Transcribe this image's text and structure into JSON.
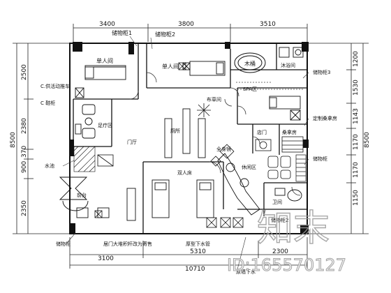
{
  "dimensions": {
    "top": [
      "3400",
      "3800",
      "3510"
    ],
    "bottom": [
      "3100",
      "5310",
      "2300"
    ],
    "bottom_total": "10710",
    "left_total": "8500",
    "left": [
      "2500",
      "2380",
      "370",
      "900",
      "2350"
    ],
    "right_total": "8500",
    "right": [
      "1200",
      "1530",
      "1143",
      "1170",
      "1170",
      "1150"
    ]
  },
  "labels": {
    "locker_1": "储物柜1",
    "locker_2": "储物柜2",
    "locker_3": "储物柜3",
    "locker_right": "储物柜",
    "locker_bottom": "储物柜",
    "single_room_1": "单人间",
    "single_room_2": "单人间",
    "bathtub": "木桶",
    "shower": "沐浴间",
    "spa_area": "SPA区",
    "linen_room": "布草间",
    "custom_room": "定制桑拿房",
    "sauna_room": "桑拿房",
    "foyer": "店门",
    "makeup_mirror": "全身镜",
    "casual_area": "休闲区",
    "foot_area": "足疗区",
    "sink": "水池",
    "reception": "前台",
    "shoe_note": "C 鞋柜",
    "cabinet_note": "C.供活动推车",
    "entrance": "门厅",
    "double_room": "双人床",
    "toilet": "卫间",
    "waiting": "厕所",
    "bottom_note": "居门大堆积杆改为寄售",
    "bottom_note2": "厚型下水管",
    "bottom_note3": "原墙下水",
    "cabinet_12": "储物柜2"
  },
  "watermark": {
    "brand": "知末",
    "id": "ID:165570127"
  }
}
